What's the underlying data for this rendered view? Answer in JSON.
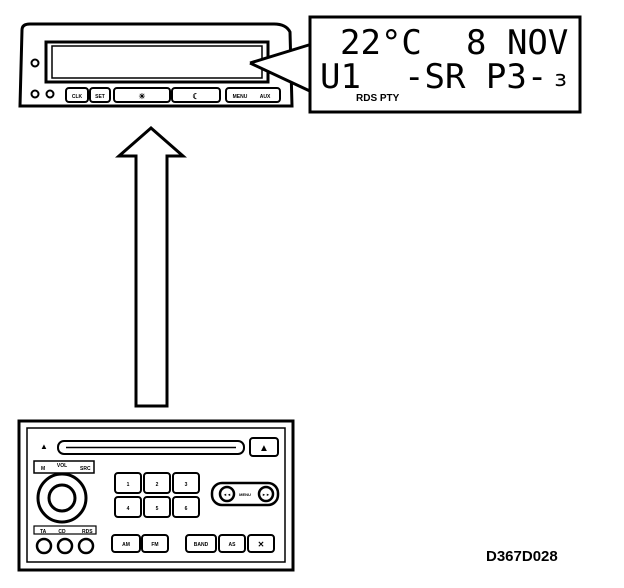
{
  "display": {
    "line1_temp": "22°C",
    "line1_date": "8 NOV",
    "line2_band": "U1",
    "line2_mode": "-SR P3-",
    "line2_tail": "ɜ",
    "line2_sub": "RDS PTY"
  },
  "head_unit": {
    "buttons": [
      "CLK",
      "SET",
      "",
      "",
      "MENU",
      "AUX"
    ]
  },
  "radio": {
    "top_buttons": [
      "M",
      "VOL",
      "SRC"
    ],
    "bottom_buttons": [
      "TA",
      "CD",
      "RDS"
    ],
    "pad_buttons": [
      "1",
      "2",
      "3",
      "4",
      "5",
      "6"
    ],
    "seek_buttons": [
      "◄◄",
      "MENU",
      "►►"
    ],
    "lower_buttons": [
      "AM",
      "FM",
      "BAND",
      "AS",
      ""
    ]
  },
  "figure_code": "D367D028"
}
